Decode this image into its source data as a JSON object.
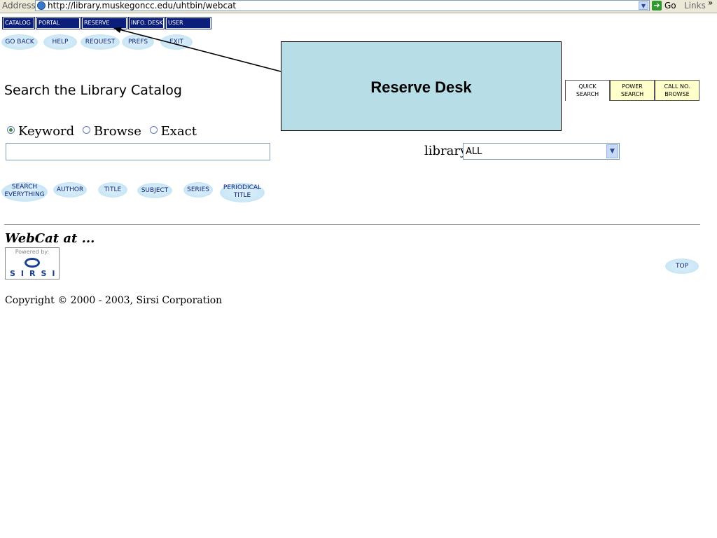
{
  "browser": {
    "address_label": "Address",
    "url": "http://library.muskegoncc.edu/uhtbin/webcat",
    "go_label": "Go",
    "links_label": "Links",
    "more_glyph": "»"
  },
  "top_nav": [
    "CATALOG",
    "PORTAL",
    "RESERVE DESK",
    "INFO. DESK",
    "USER SERVICES"
  ],
  "action_nav": [
    "GO BACK",
    "HELP",
    "REQUEST",
    "PREFS",
    "EXIT"
  ],
  "callout": {
    "text": "Reserve Desk"
  },
  "page_title": "Search the Library Catalog",
  "search_tabs": [
    {
      "line1": "QUICK",
      "line2": "SEARCH"
    },
    {
      "line1": "POWER",
      "line2": "SEARCH"
    },
    {
      "line1": "CALL NO.",
      "line2": "BROWSE"
    }
  ],
  "search_modes": {
    "keyword": "Keyword",
    "browse": "Browse",
    "exact": "Exact",
    "selected": "keyword"
  },
  "search_input": {
    "value": ""
  },
  "library": {
    "label": "library:",
    "selected": "ALL"
  },
  "search_buttons": [
    {
      "line1": "SEARCH",
      "line2": "EVERYTHING"
    },
    {
      "line1": "AUTHOR",
      "line2": ""
    },
    {
      "line1": "TITLE",
      "line2": ""
    },
    {
      "line1": "SUBJECT",
      "line2": ""
    },
    {
      "line1": "SERIES",
      "line2": ""
    },
    {
      "line1": "PERIODICAL",
      "line2": "TITLE"
    }
  ],
  "footer": {
    "webcat_heading": "WebCat at ...",
    "powered_by": "Powered by:",
    "sirsi": "SIRSI",
    "top_button": "TOP",
    "copyright": "Copyright © 2000 - 2003, Sirsi Corporation"
  },
  "colors": {
    "nav_bg": "#0b1f7a",
    "callout_bg": "#b7dee6",
    "bubble": "#c9e6f6",
    "tab_bg": "#ffffcc"
  }
}
